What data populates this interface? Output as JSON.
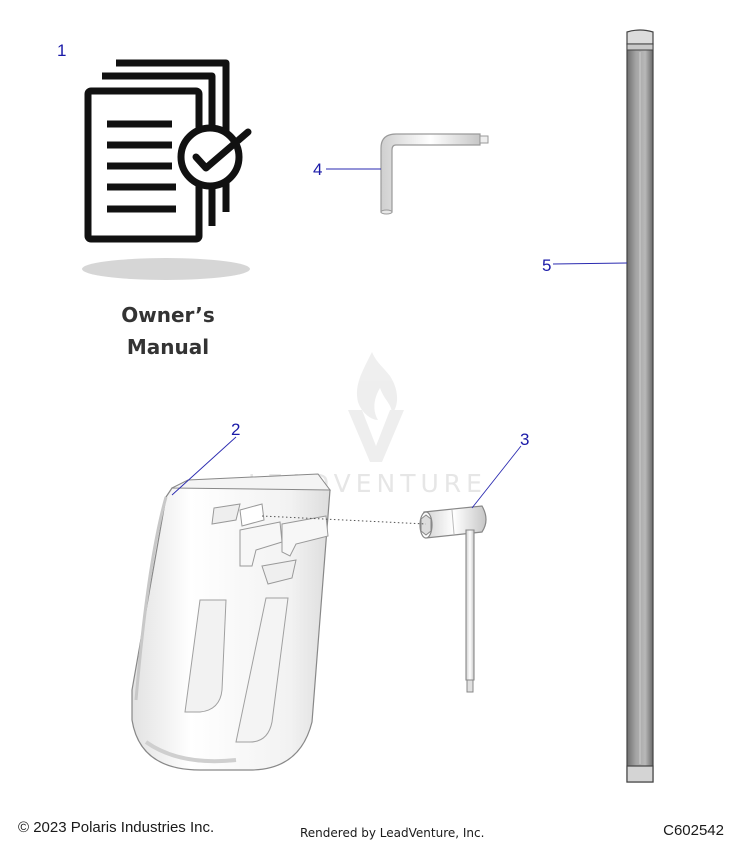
{
  "callouts": {
    "c1": "1",
    "c2": "2",
    "c3": "3",
    "c4": "4",
    "c5": "5"
  },
  "manual": {
    "line1": "Owner’s",
    "line2": "Manual"
  },
  "watermark": {
    "text": "LEADVENTURE"
  },
  "footer": {
    "copyright": "© 2023 Polaris Industries Inc.",
    "rendered_by": "Rendered by LeadVenture, Inc.",
    "doc_id": "C602542"
  },
  "colors": {
    "callout": "#1a1aa8",
    "ink": "#111111",
    "strap": "#8a8a8a"
  },
  "icons": {
    "manual": "document-check-icon",
    "watermark": "flame-logo-icon"
  }
}
